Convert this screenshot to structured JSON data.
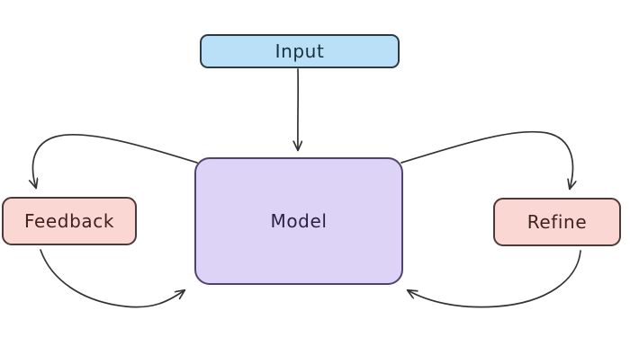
{
  "diagram": {
    "type": "flowchart",
    "background_color": "#ffffff",
    "edge_color": "#333333",
    "nodes": [
      {
        "id": "input",
        "label": "Input",
        "fill": "#b9e0f7",
        "stroke": "#2b3a45",
        "text_color": "#17303d",
        "shape": "rounded-rectangle"
      },
      {
        "id": "model",
        "label": "Model",
        "fill": "#ddd3f7",
        "stroke": "#51436e",
        "text_color": "#2a2340",
        "shape": "rounded-rectangle"
      },
      {
        "id": "feedback",
        "label": "Feedback",
        "fill": "#fbd7d4",
        "stroke": "#4b3a38",
        "text_color": "#3d2220",
        "shape": "rounded-rectangle"
      },
      {
        "id": "refine",
        "label": "Refine",
        "fill": "#fbd7d4",
        "stroke": "#4b3a38",
        "text_color": "#3d2220",
        "shape": "rounded-rectangle"
      }
    ],
    "edges": [
      {
        "id": "input-to-model",
        "from": "input",
        "to": "model",
        "style": "straight-arrow"
      },
      {
        "id": "model-to-feedback",
        "from": "model",
        "to": "feedback",
        "style": "curved-arrow"
      },
      {
        "id": "feedback-to-model",
        "from": "feedback",
        "to": "model",
        "style": "curved-arrow"
      },
      {
        "id": "model-to-refine",
        "from": "model",
        "to": "refine",
        "style": "curved-arrow"
      },
      {
        "id": "refine-to-model",
        "from": "refine",
        "to": "model",
        "style": "curved-arrow"
      }
    ]
  }
}
